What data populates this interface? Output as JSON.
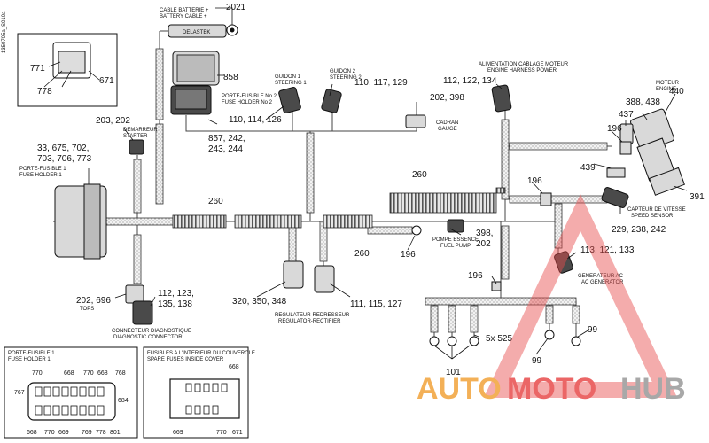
{
  "ref_code": "1350705a_S010a",
  "colors": {
    "watermark_red": "#e84c4c",
    "watermark_orange": "#f2a33a",
    "watermark_gray": "#9a9a9a"
  },
  "watermark": {
    "part1": "AUTO",
    "part2": "MOTO",
    "part3": "HUB"
  },
  "labels": {
    "battery": [
      "CABLE BATTERIE +",
      "BATTERY CABLE +"
    ],
    "delastek": "DELASTEK",
    "fuse_holder_2": [
      "PORTE-FUSIBLE No 2",
      "FUSE HOLDER No 2"
    ],
    "steering_1": [
      "GUIDON 1",
      "STEERING 1"
    ],
    "steering_2": [
      "GUIDON 2",
      "STEERING 2"
    ],
    "engine_harness_power": [
      "ALIMENTATION CABLAGE MOTEUR",
      "ENGINE HARNESS POWER"
    ],
    "engine": [
      "MOTEUR",
      "ENGINE"
    ],
    "gauge": [
      "CADRAN",
      "GAUGE"
    ],
    "starter": [
      "DEMARREUR",
      "STARTER"
    ],
    "fuse_holder_1": [
      "PORTE-FUSIBLE 1",
      "FUSE HOLDER 1"
    ],
    "speed_sensor": [
      "CAPTEUR DE VITESSE",
      "SPEED SENSOR"
    ],
    "fuel_pump": [
      "POMPE ESSENCE",
      "FUEL PUMP"
    ],
    "ac_generator": [
      "GENERATEUR AC",
      "AC GENERATOR"
    ],
    "tops": "TOPS",
    "diagnostic": [
      "CONNECTEUR DIAGNOSTIQUE",
      "DIAGNOSTIC CONNECTOR"
    ],
    "regulator": [
      "REGULATEUR-REDRESSEUR",
      "REGULATOR-RECTIFIER"
    ],
    "inset_fuse_holder": [
      "PORTE-FUSIBLE 1",
      "FUSE HOLDER 1"
    ],
    "inset_spare_fuses": [
      "FUSIBLES A L'INTERIEUR DU COUVERCLE",
      "SPARE FUSES INSIDE COVER"
    ]
  },
  "numbers": {
    "n2021": "2021",
    "n858": "858",
    "n771": "771",
    "n671": "671",
    "n778": "778",
    "n_fh2": [
      "857, 242,",
      "243, 244"
    ],
    "n_steer1": "110, 114, 126",
    "n_steer2": "110, 117, 129",
    "n_power": "112, 122, 134",
    "n_gauge": "202, 398",
    "n437": "437",
    "n440": "440",
    "n_engine": "388, 438",
    "n196a": "196",
    "n439": "439",
    "n391": "391",
    "n203": "203, 202",
    "n_fh1": [
      "33, 675, 702,",
      "703, 706, 773"
    ],
    "n260a": "260",
    "n260b": "260",
    "n260c": "260",
    "n196b": "196",
    "n_speed": "229, 238, 242",
    "n_pump": [
      "398,",
      "202"
    ],
    "n196c": "196",
    "n_gen": "113, 121, 133",
    "n196d": "196",
    "n_tops": "202, 696",
    "n_diag": [
      "112, 123,",
      "135, 138"
    ],
    "n_reg1": "320, 350, 348",
    "n_reg2": "111, 115, 127",
    "n525": "5x 525",
    "n99a": "99",
    "n99b": "99",
    "n101": "101",
    "inset1": {
      "top": [
        "770",
        "668",
        "770",
        "668",
        "768"
      ],
      "side_left": "767",
      "side_right": "684",
      "bottom": [
        "668",
        "770",
        "669",
        "769",
        "778",
        "801"
      ]
    },
    "inset2": {
      "top": "668",
      "bottom": [
        "669",
        "770",
        "671"
      ]
    }
  }
}
